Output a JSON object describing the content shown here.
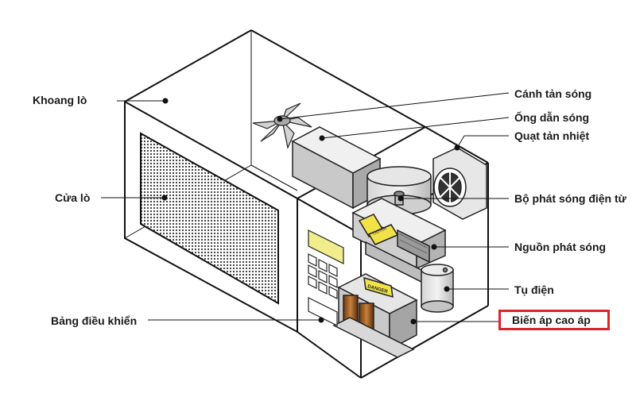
{
  "labels": {
    "oven_cavity": "Khoang lò",
    "oven_door": "Cửa lò",
    "control_panel": "Bảng điều khiển",
    "stirrer_fan": "Cánh tản sóng",
    "waveguide": "Ống dẫn sóng",
    "cooling_fan": "Quạt tản nhiệt",
    "magnetron": "Bộ phát sóng điện từ",
    "power_source": "Nguồn phát sóng",
    "capacitor": "Tụ điện",
    "hv_transformer": "Biến áp cao áp"
  },
  "component_text": {
    "warning_tag": "DANGER",
    "warning_sticker": "CAUTION"
  },
  "highlight_color": "#d9252b"
}
